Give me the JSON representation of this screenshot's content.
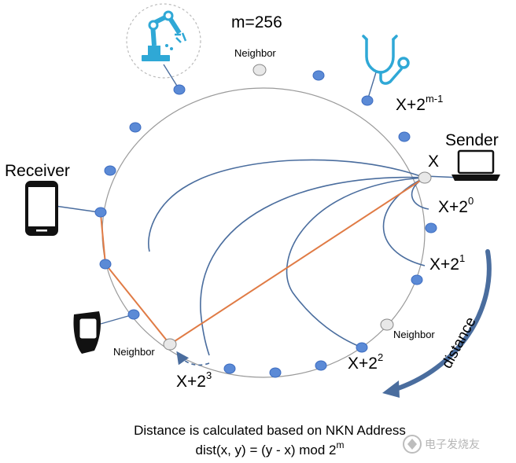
{
  "ring": {
    "m_label": "m=256",
    "neighbor_label": "Neighbor",
    "sender_label": "Sender",
    "receiver_label": "Receiver",
    "x_label": "X",
    "finger_m1": {
      "base": "X+2",
      "exp": "m-1"
    },
    "finger_0": {
      "base": "X+2",
      "exp": "0"
    },
    "finger_1": {
      "base": "X+2",
      "exp": "1"
    },
    "finger_2": {
      "base": "X+2",
      "exp": "2"
    },
    "finger_3": {
      "base": "X+2",
      "exp": "3"
    },
    "distance_label": "distance"
  },
  "caption": {
    "line1": "Distance is calculated based on NKN Address",
    "line2_main": "dist(x, y) = (y - x) mod 2",
    "line2_exp": "m"
  },
  "watermark": "电子发烧友",
  "colors": {
    "node": "#5b8ad6",
    "node_stroke": "#3d6cc0",
    "gray_node": "#e8e8e8",
    "finger_line": "#4a6d9e",
    "route_line": "#e07b45",
    "icon_teal": "#2fa8d6",
    "ring": "#9a9a9a"
  },
  "icons": [
    "robot-arm-icon",
    "stethoscope-icon",
    "laptop-icon",
    "phone-icon",
    "smartwatch-icon"
  ]
}
